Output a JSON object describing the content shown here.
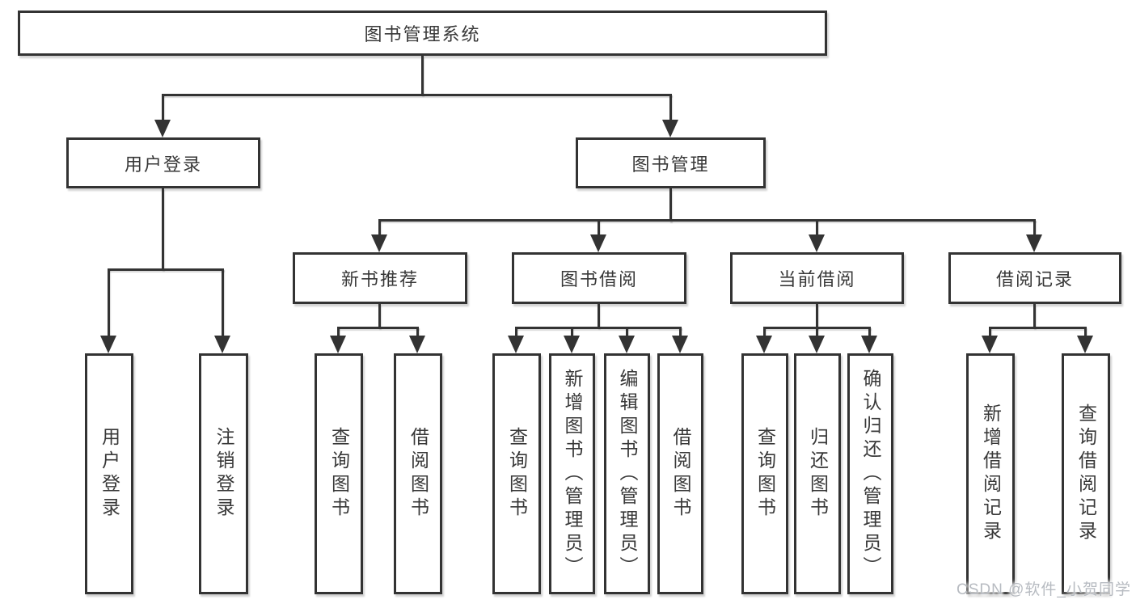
{
  "page": {
    "background_color": "#ffffff",
    "line_color": "#333333",
    "text_color": "#383838"
  },
  "tree": {
    "label": "图书管理系统",
    "children": [
      {
        "label": "用户登录",
        "children": [
          {
            "label": "用户登录"
          },
          {
            "label": "注销登录"
          }
        ]
      },
      {
        "label": "图书管理",
        "children": [
          {
            "label": "新书推荐",
            "children": [
              {
                "label": "查询图书"
              },
              {
                "label": "借阅图书"
              }
            ]
          },
          {
            "label": "图书借阅",
            "children": [
              {
                "label": "查询图书"
              },
              {
                "label": "新增图书（管理员）"
              },
              {
                "label": "编辑图书（管理员）"
              },
              {
                "label": "借阅图书"
              }
            ]
          },
          {
            "label": "当前借阅",
            "children": [
              {
                "label": "查询图书"
              },
              {
                "label": "归还图书"
              },
              {
                "label": "确认归还（管理员）"
              }
            ]
          },
          {
            "label": "借阅记录",
            "children": [
              {
                "label": "新增借阅记录"
              },
              {
                "label": "查询借阅记录"
              }
            ]
          }
        ]
      }
    ]
  },
  "watermark": {
    "text": "CSDN @软件_小贺同学",
    "color": "#b7bbc1"
  }
}
